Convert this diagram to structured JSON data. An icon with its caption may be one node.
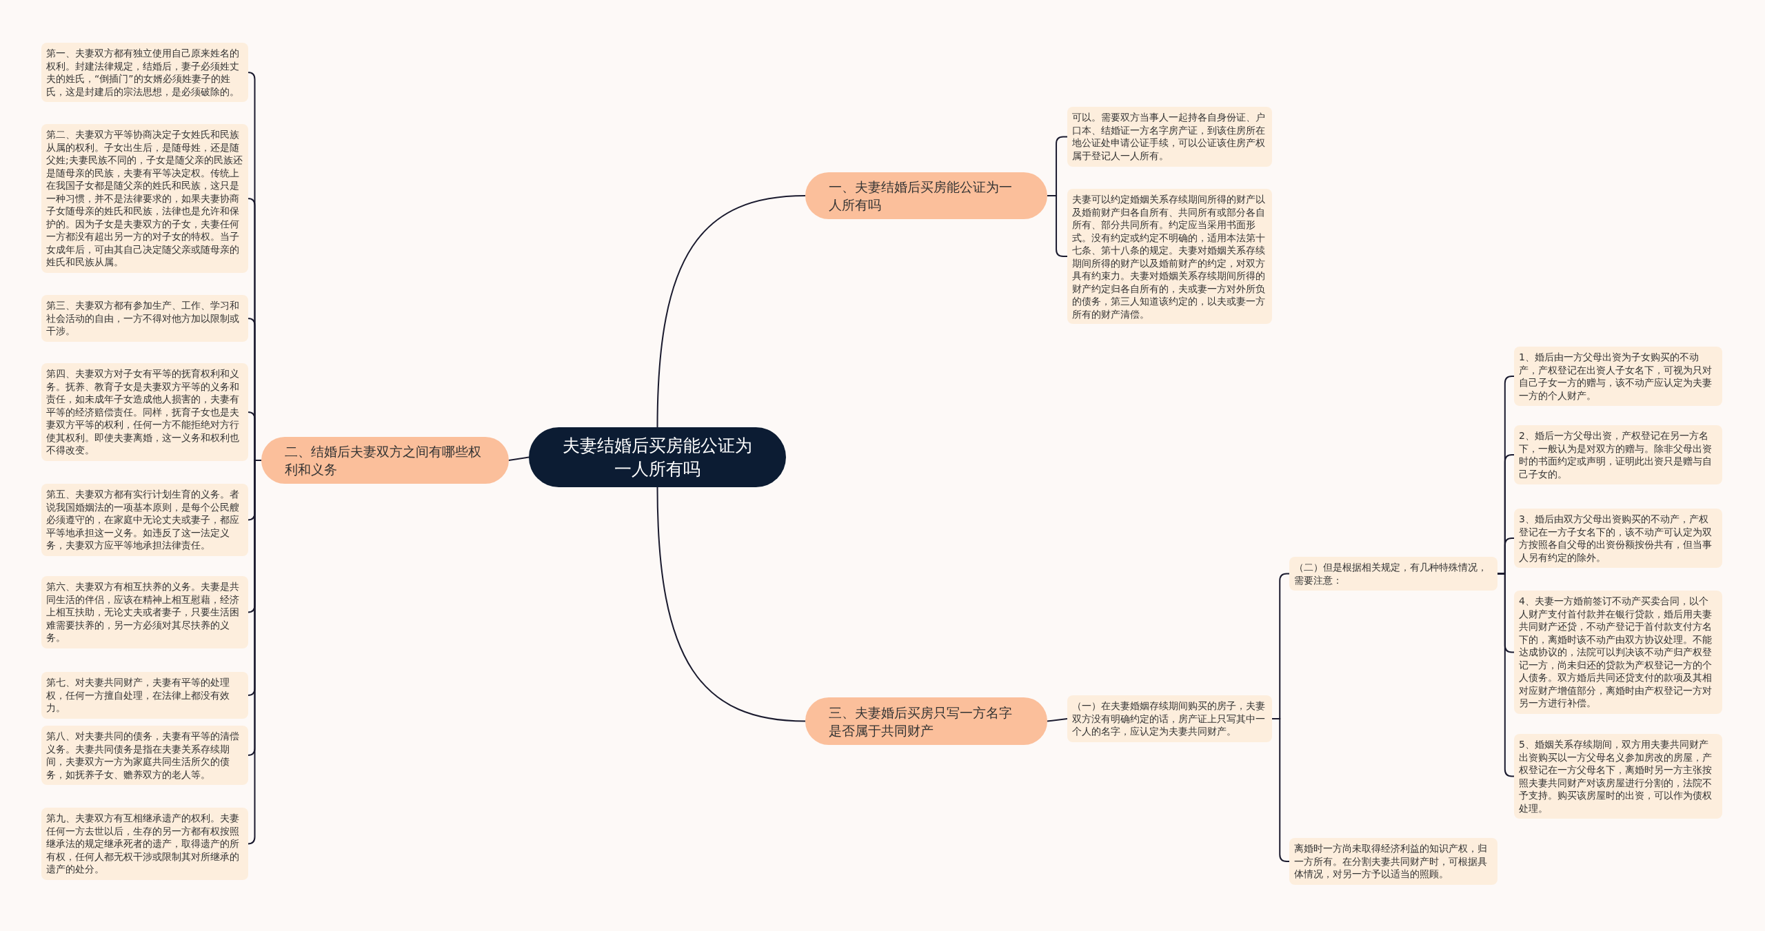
{
  "diagram": {
    "nodes": [
      {
        "text": [
          "夫妻结婚后买房能公证为一人所有吗"
        ]
      },
      {
        "text": [
          "一、夫妻结婚后买房能公证为一人所有吗"
        ]
      },
      {
        "text": [
          "可以。需要双方当事人一起持各自身份证、户口本、结婚证一方名字房产证，到该住房所在地公证处申请公证手续，可以公证该住房产权属于登记人一人所有。"
        ]
      },
      {
        "text": [
          "夫妻可以约定婚姻关系存续期间所得的财产以及婚前财产归各自所有、共同所有或部分各自所有、部分共同所有。约定应当采用书面形式。没有约定或约定不明确的，适用本法第十七条、第十八条的规定。夫妻对婚姻关系存续期间所得的财产以及婚前财产的约定，对双方具有约束力。夫妻对婚姻关系存续期间所得的财产约定归各自所有的，夫或妻一方对外所负的债务，第三人知道该约定的，以夫或妻一方所有的财产清偿。"
        ]
      },
      {
        "text": [
          "二、结婚后夫妻双方之间有哪些权利和义务"
        ]
      },
      {
        "text": [
          "第一、夫妻双方都有独立使用自己原来姓名的权利。封建法律规定，结婚后，妻子必须姓丈夫的姓氏，“倒插门”的女婿必须姓妻子的姓氏，这是封建后的宗法思想，是必须破除的。"
        ]
      },
      {
        "text": [
          "第二、夫妻双方平等协商决定子女姓氏和民族从属的权利。子女出生后，是随母姓，还是随父姓;夫妻民族不同的，子女是随父亲的民族还是随母亲的民族，夫妻有平等决定权。传统上在我国子女都是随父亲的姓氏和民族，这只是一种习惯，并不是法律要求的，如果夫妻协商子女随母亲的姓氏和民族，法律也是允许和保护的。因为子女是夫妻双方的子女，夫妻任何一方都没有超出另一方的对子女的特权。当子女成年后，可由其自己决定随父亲或随母亲的姓氏和民族从属。"
        ]
      },
      {
        "text": [
          "第三、夫妻双方都有参加生产、工作、学习和社会活动的自由，一方不得对他方加以限制或干涉。"
        ]
      },
      {
        "text": [
          "第四、夫妻双方对子女有平等的抚育权利和义务。抚养、教育子女是夫妻双方平等的义务和责任，如未成年子女造成他人损害的，夫妻有平等的经济赔偿责任。同样，抚育子女也是夫妻双方平等的权利，任何一方不能拒绝对方行使其权利。即使夫妻离婚，这一义务和权利也不得改变。"
        ]
      },
      {
        "text": [
          "第五、夫妻双方都有实行计划生育的义务。者说我国婚姻法的一项基本原则，是每个公民艘必须遵守的，在家庭中无论丈夫或妻子，都应平等地承担这一义务。如违反了这一法定义务，夫妻双方应平等地承担法律责任。"
        ]
      },
      {
        "text": [
          "第六、夫妻双方有相互扶养的义务。夫妻是共同生活的伴侣，应该在精神上相互慰藉，经济上相互扶助，无论丈夫或者妻子，只要生活困难需要扶养的，另一方必须对其尽扶养的义务。"
        ]
      },
      {
        "text": [
          "第七、对夫妻共同财产，夫妻有平等的处理权，任何一方擅自处理，在法律上都没有效力。"
        ]
      },
      {
        "text": [
          "第八、对夫妻共同的债务，夫妻有平等的清偿义务。夫妻共同债务是指在夫妻关系存续期间，夫妻双方一方为家庭共同生活所欠的债务，如抚养子女、赡养双方的老人等。"
        ]
      },
      {
        "text": [
          "第九、夫妻双方有互相继承遗产的权利。夫妻任何一方去世以后，生存的另一方都有权按照继承法的规定继承死者的遗产，取得遗产的所有权，任何人都无权干涉或限制其对所继承的遗产的处分。"
        ]
      },
      {
        "text": [
          "三、夫妻婚后买房只写一方名字是否属于共同财产"
        ]
      },
      {
        "text": [
          "（一）在夫妻婚姻存续期间购买的房子，夫妻双方没有明确约定的话，房产证上只写其中一个人的名字，应认定为夫妻共同财产。"
        ]
      },
      {
        "text": [
          "（二）但是根据相关规定，有几种特殊情况，需要注意："
        ]
      },
      {
        "text": [
          "1、婚后由一方父母出资为子女购买的不动产，产权登记在出资人子女名下，可视为只对自己子女一方的赠与，该不动产应认定为夫妻一方的个人财产。"
        ]
      },
      {
        "text": [
          "2、婚后一方父母出资，产权登记在另一方名下，一般认为是对双方的赠与。除非父母出资时的书面约定或声明，证明此出资只是赠与自己子女的。"
        ]
      },
      {
        "text": [
          "3、婚后由双方父母出资购买的不动产，产权登记在一方子女名下的，该不动产可认定为双方按照各自父母的出资份额按份共有，但当事人另有约定的除外。"
        ]
      },
      {
        "text": [
          "4、夫妻一方婚前签订不动产买卖合同，以个人财产支付首付款并在银行贷款，婚后用夫妻共同财产还贷，不动产登记于首付款支付方名下的，离婚时该不动产由双方协议处理。不能达成协议的，法院可以判决该不动产归产权登记一方，尚未归还的贷款为产权登记一方的个人债务。双方婚后共同还贷支付的款项及其相对应财产增值部分，离婚时由产权登记一方对另一方进行补偿。"
        ]
      },
      {
        "text": [
          "5、婚姻关系存续期间，双方用夫妻共同财产出资购买以一方父母名义参加房改的房屋，产权登记在一方父母名下，离婚时另一方主张按照夫妻共同财产对该房屋进行分割的，法院不予支持。购买该房屋时的出资，可以作为债权处理。"
        ]
      },
      {
        "text": [
          "离婚时一方尚未取得经济利益的知识产权，归一方所有。在分割夫妻共同财产时，可根据具体情况，对另一方予以适当的照顾。"
        ]
      }
    ],
    "edges": [
      {
        "from": 0,
        "to": 1,
        "arrow": "none"
      },
      {
        "from": 1,
        "to": 2,
        "arrow": "none"
      },
      {
        "from": 1,
        "to": 3,
        "arrow": "none"
      },
      {
        "from": 0,
        "to": 4,
        "arrow": "none"
      },
      {
        "from": 4,
        "to": 5,
        "arrow": "none"
      },
      {
        "from": 4,
        "to": 6,
        "arrow": "none"
      },
      {
        "from": 4,
        "to": 7,
        "arrow": "none"
      },
      {
        "from": 4,
        "to": 8,
        "arrow": "none"
      },
      {
        "from": 4,
        "to": 9,
        "arrow": "none"
      },
      {
        "from": 4,
        "to": 10,
        "arrow": "none"
      },
      {
        "from": 4,
        "to": 11,
        "arrow": "none"
      },
      {
        "from": 4,
        "to": 12,
        "arrow": "none"
      },
      {
        "from": 4,
        "to": 13,
        "arrow": "none"
      },
      {
        "from": 0,
        "to": 14,
        "arrow": "none"
      },
      {
        "from": 14,
        "to": 15,
        "arrow": "none"
      },
      {
        "from": 15,
        "to": 16,
        "arrow": "none"
      },
      {
        "from": 16,
        "to": 17,
        "arrow": "none"
      },
      {
        "from": 16,
        "to": 18,
        "arrow": "none"
      },
      {
        "from": 16,
        "to": 19,
        "arrow": "none"
      },
      {
        "from": 16,
        "to": 20,
        "arrow": "none"
      },
      {
        "from": 16,
        "to": 21,
        "arrow": "none"
      },
      {
        "from": 15,
        "to": 22,
        "arrow": "none"
      }
    ]
  }
}
